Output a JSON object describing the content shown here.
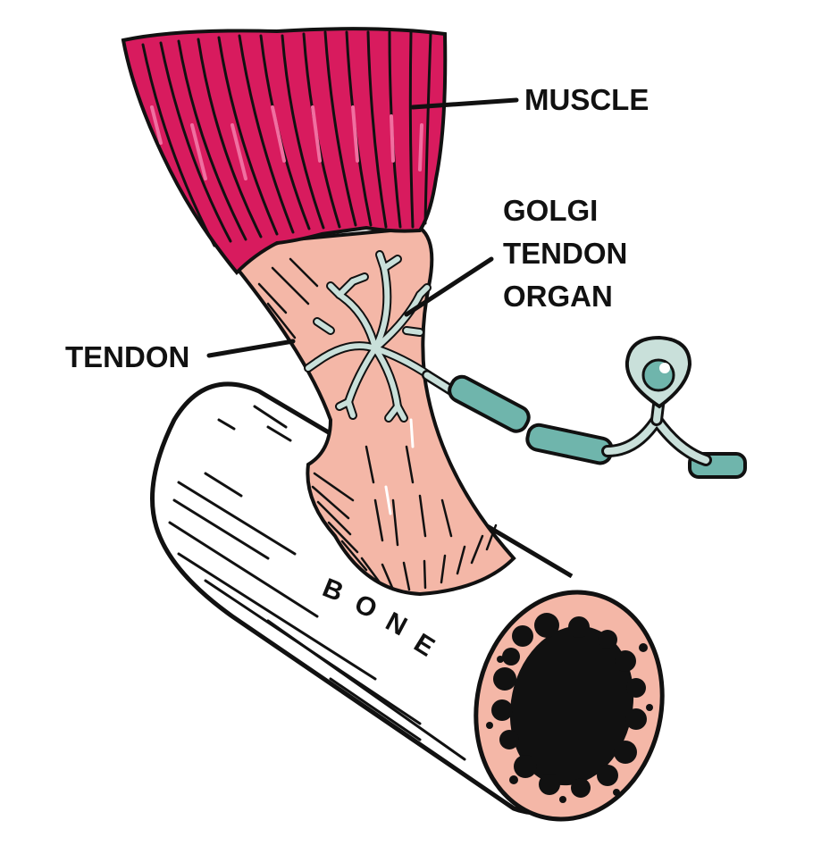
{
  "labels": {
    "muscle": "MUSCLE",
    "golgi_line1": "GOLGI",
    "golgi_line2": "TENDON",
    "golgi_line3": "ORGAN",
    "tendon": "TENDON",
    "bone_letters": [
      "B",
      "O",
      "N",
      "E"
    ]
  },
  "colors": {
    "muscle": "#d81b5e",
    "muscle_highlight": "#f06fa0",
    "tendon": "#f4b7a7",
    "nerve": "#6fb5ac",
    "nerve_light": "#c9e0da",
    "marrow": "#111111",
    "outline": "#111111"
  }
}
